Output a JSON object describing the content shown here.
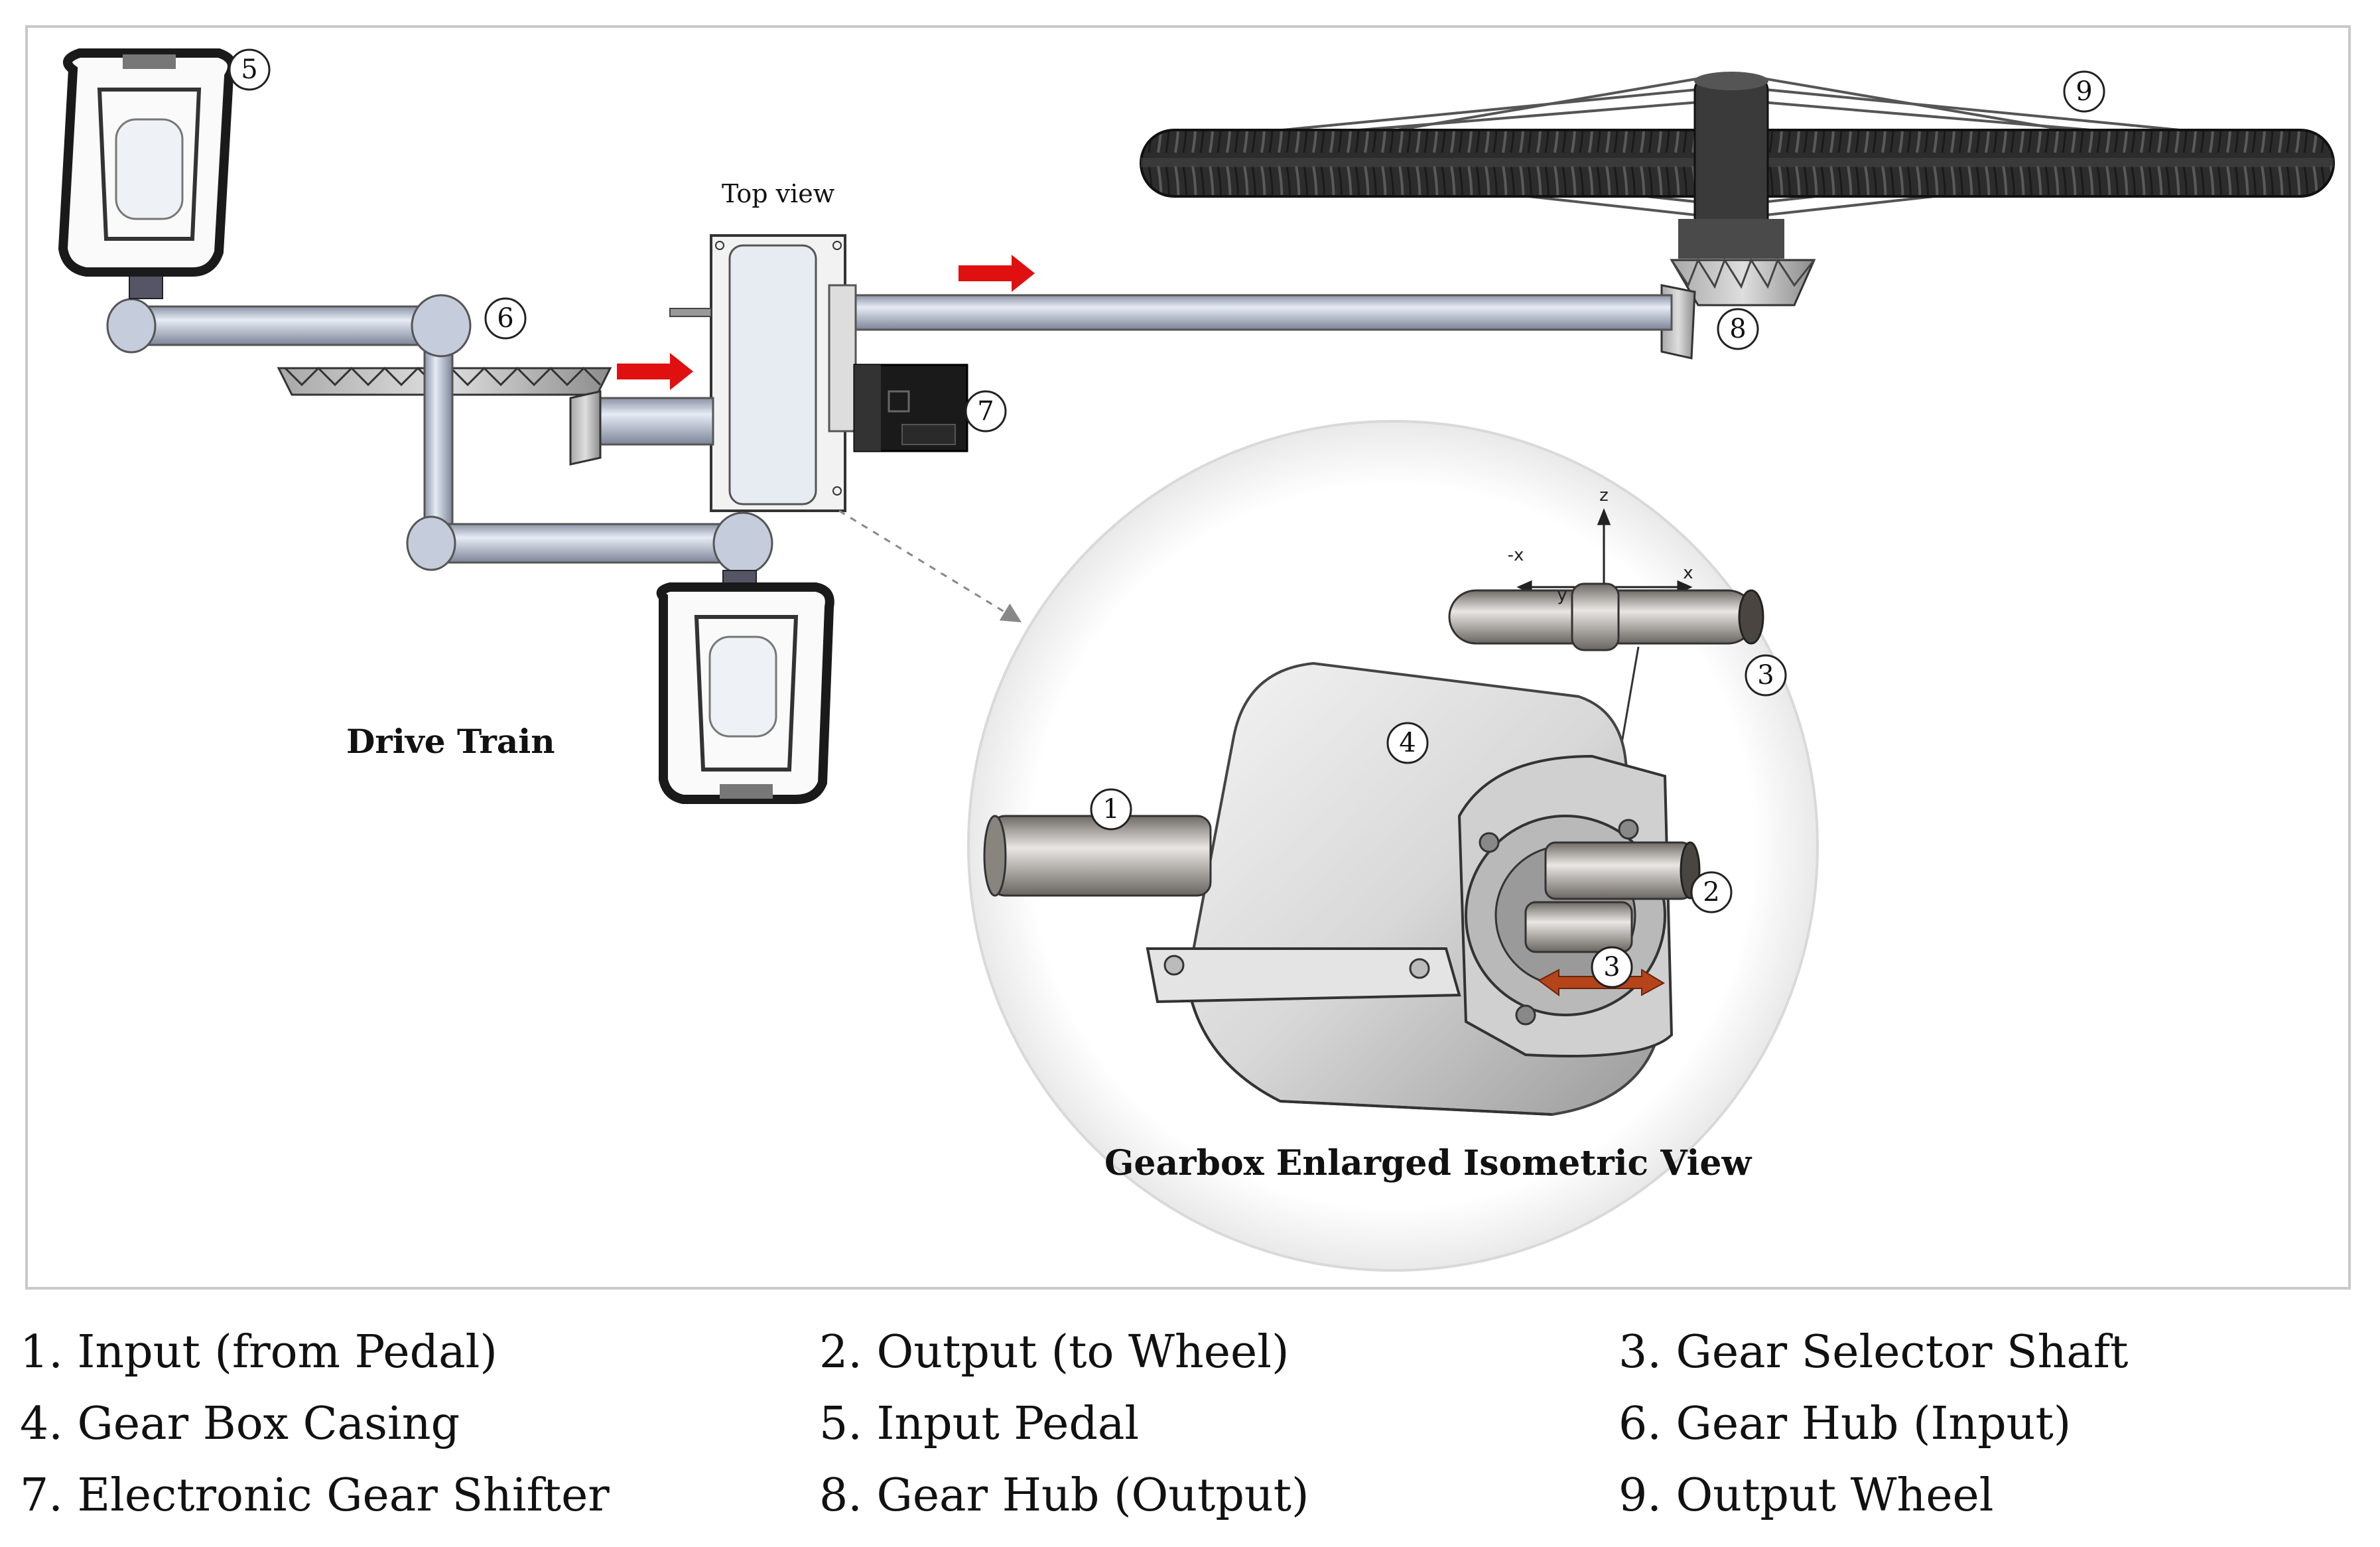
{
  "labels": {
    "top_view": "Top view",
    "drive_train": "Drive Train",
    "gearbox_view": "Gearbox Enlarged Isometric View"
  },
  "callouts": [
    "1",
    "2",
    "3",
    "4",
    "5",
    "6",
    "7",
    "8",
    "9"
  ],
  "axes": {
    "z": "z",
    "x": "x",
    "neg_x": "-x",
    "y": "y"
  },
  "legend": [
    "1. Input (from Pedal)",
    "2. Output (to Wheel)",
    "3. Gear Selector Shaft",
    "4. Gear Box Casing",
    "5. Input Pedal",
    "6. Gear Hub (Input)",
    "7. Electronic Gear Shifter",
    "8. Gear Hub (Output)",
    "9. Output Wheel"
  ],
  "colors": {
    "flow_arrow": "#e01010",
    "shift_arrow": "#b5441a",
    "shaft": "#c9d0de",
    "casing": "#dcdcdc",
    "tire": "#2b2b2b"
  }
}
